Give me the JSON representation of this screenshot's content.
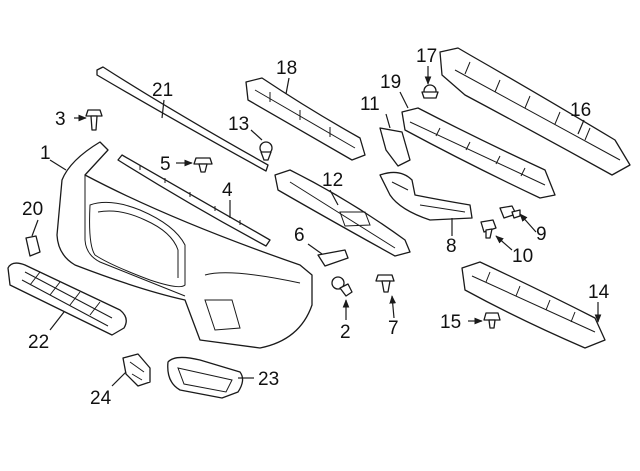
{
  "callouts": {
    "c1": "1",
    "c2": "2",
    "c3": "3",
    "c4": "4",
    "c5": "5",
    "c6": "6",
    "c7": "7",
    "c8": "8",
    "c9": "9",
    "c10": "10",
    "c11": "11",
    "c12": "12",
    "c13": "13",
    "c14": "14",
    "c15": "15",
    "c16": "16",
    "c17": "17",
    "c18": "18",
    "c19": "19",
    "c20": "20",
    "c21": "21",
    "c22": "22",
    "c23": "23",
    "c24": "24"
  },
  "colors": {
    "line": "#1a1a1a",
    "background": "#ffffff"
  }
}
